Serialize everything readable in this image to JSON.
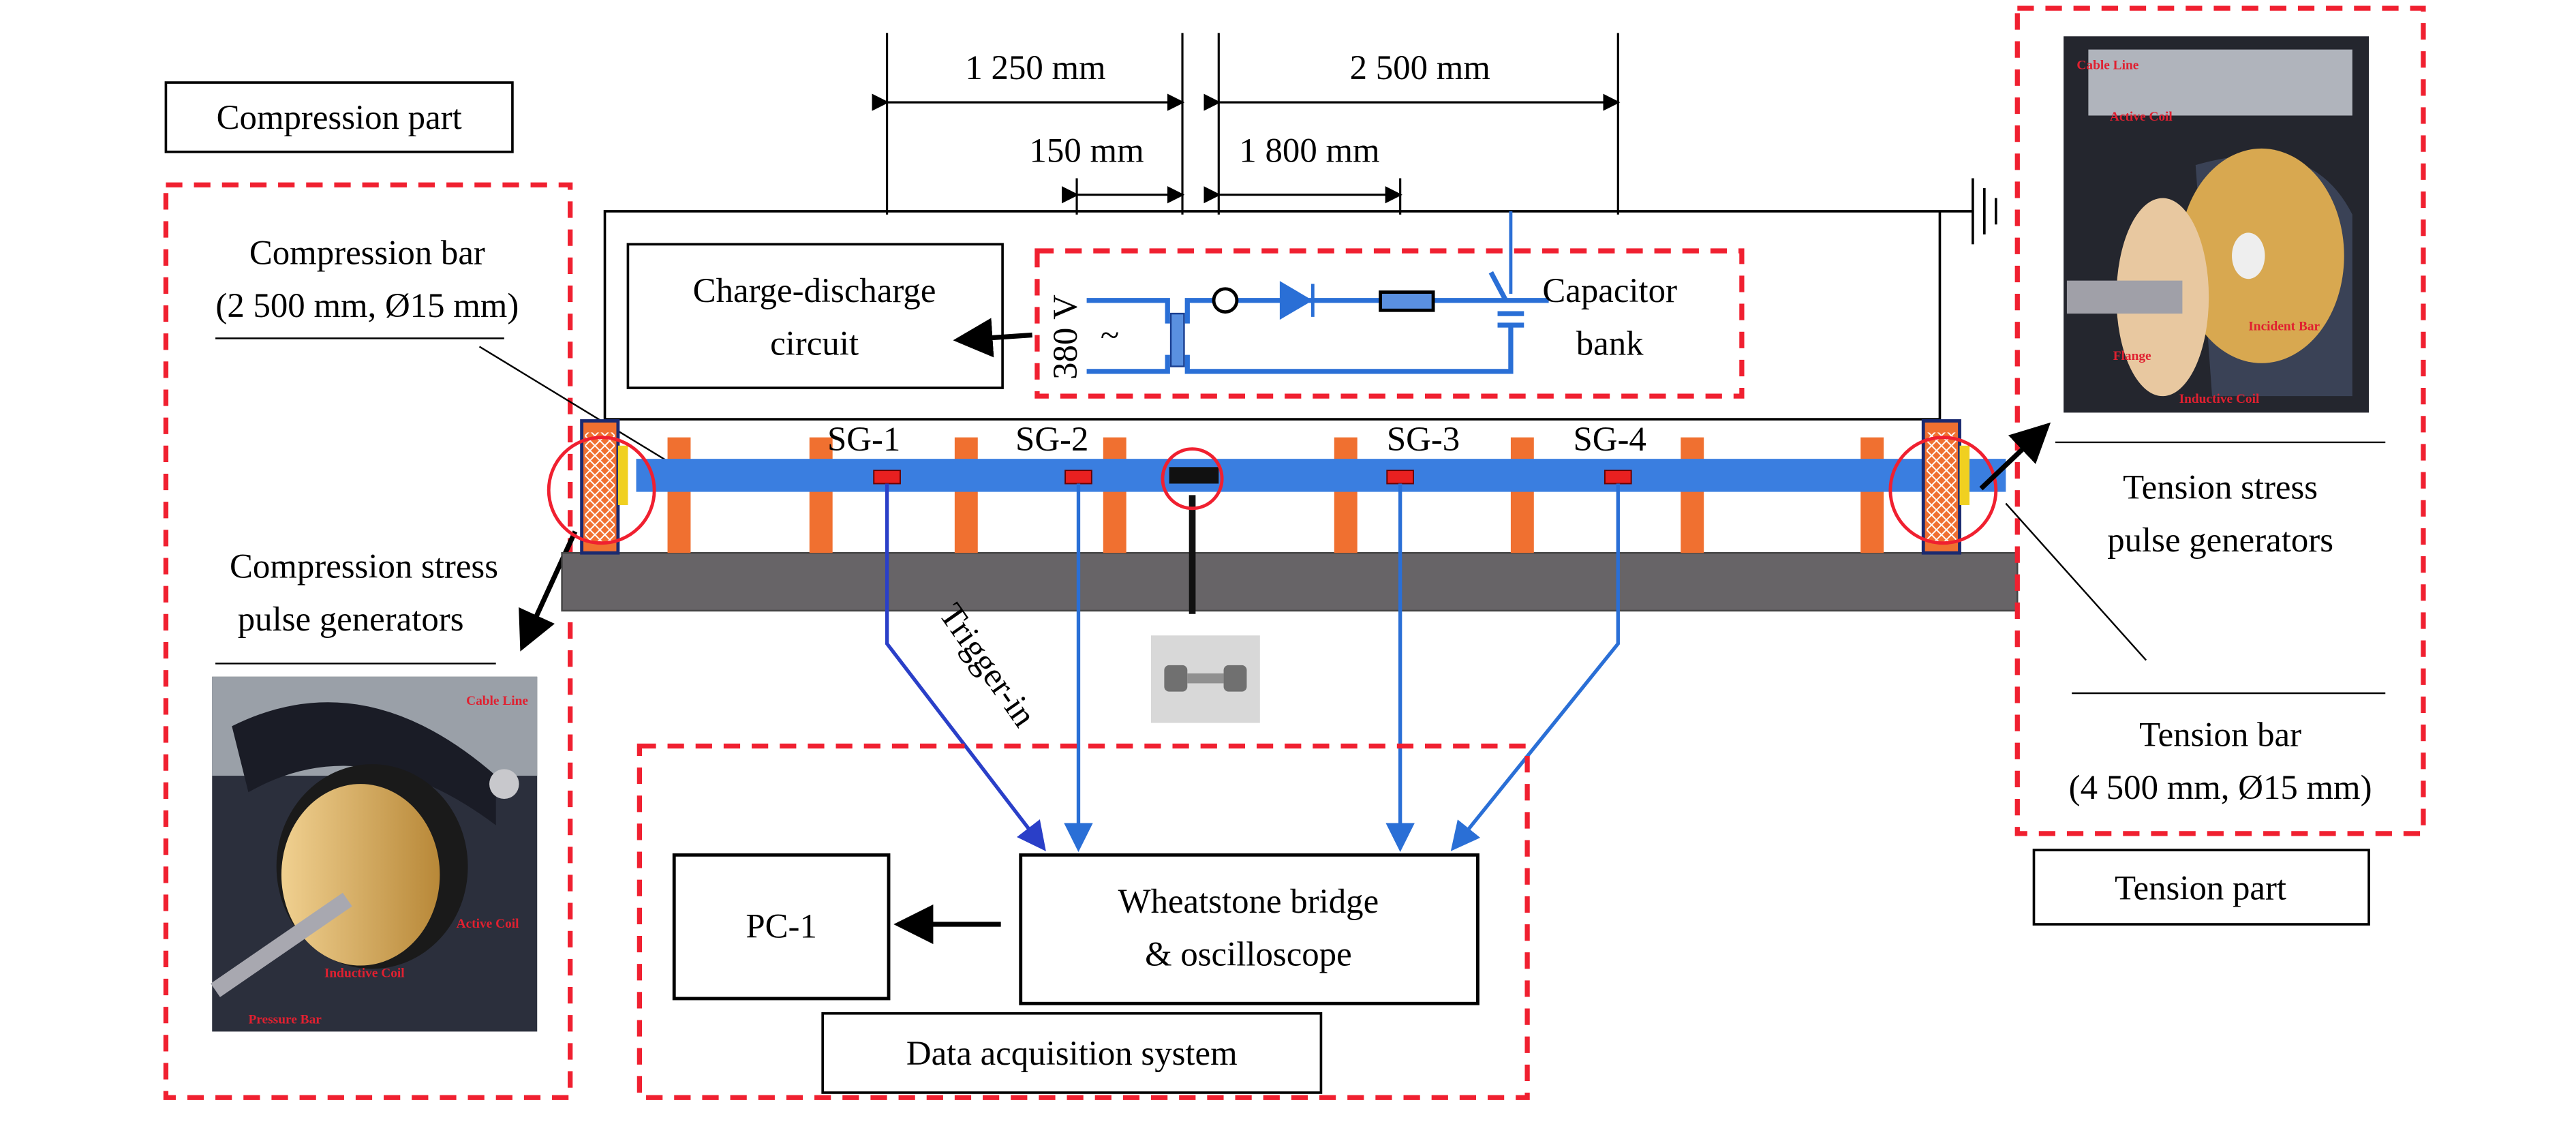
{
  "colors": {
    "dashed_frame": "#f02030",
    "bar": "#3a7ee0",
    "support": "#f07030",
    "base": "#676467",
    "wire": "#2a6fd6",
    "trigger_wire": "#2a3fc8"
  },
  "compression": {
    "part_label": "Compression part",
    "bar_label_1": "Compression bar",
    "bar_label_2": "(2 500 mm, Ø15 mm)",
    "pulse_label_1": "Compression stress",
    "pulse_label_2": "pulse generators",
    "photo_labels": [
      "Cable Line",
      "Active Coil",
      "Inductive Coil",
      "Pressure Bar"
    ]
  },
  "tension": {
    "part_label": "Tension part",
    "bar_label_1": "Tension bar",
    "bar_label_2": "(4 500 mm, Ø15 mm)",
    "pulse_label_1": "Tension stress",
    "pulse_label_2": "pulse generators",
    "photo_labels": [
      "Cable Line",
      "Active Coil",
      "Flange",
      "Incident Bar",
      "Inductive Coil"
    ]
  },
  "dimensions": {
    "d1": "1 250 mm",
    "d2": "2 500 mm",
    "d3": "150 mm",
    "d4": "1 800 mm"
  },
  "circuit": {
    "box_label_1": "Charge-discharge",
    "box_label_2": "circuit",
    "voltage": "380 V",
    "ac": "~",
    "capacitor_1": "Capacitor",
    "capacitor_2": "bank"
  },
  "gauges": [
    "SG-1",
    "SG-2",
    "SG-3",
    "SG-4"
  ],
  "trigger": "Trigger-in",
  "daq": {
    "bridge_1": "Wheatstone bridge",
    "bridge_2": "& oscilloscope",
    "pc": "PC-1",
    "system": "Data acquisition system"
  }
}
